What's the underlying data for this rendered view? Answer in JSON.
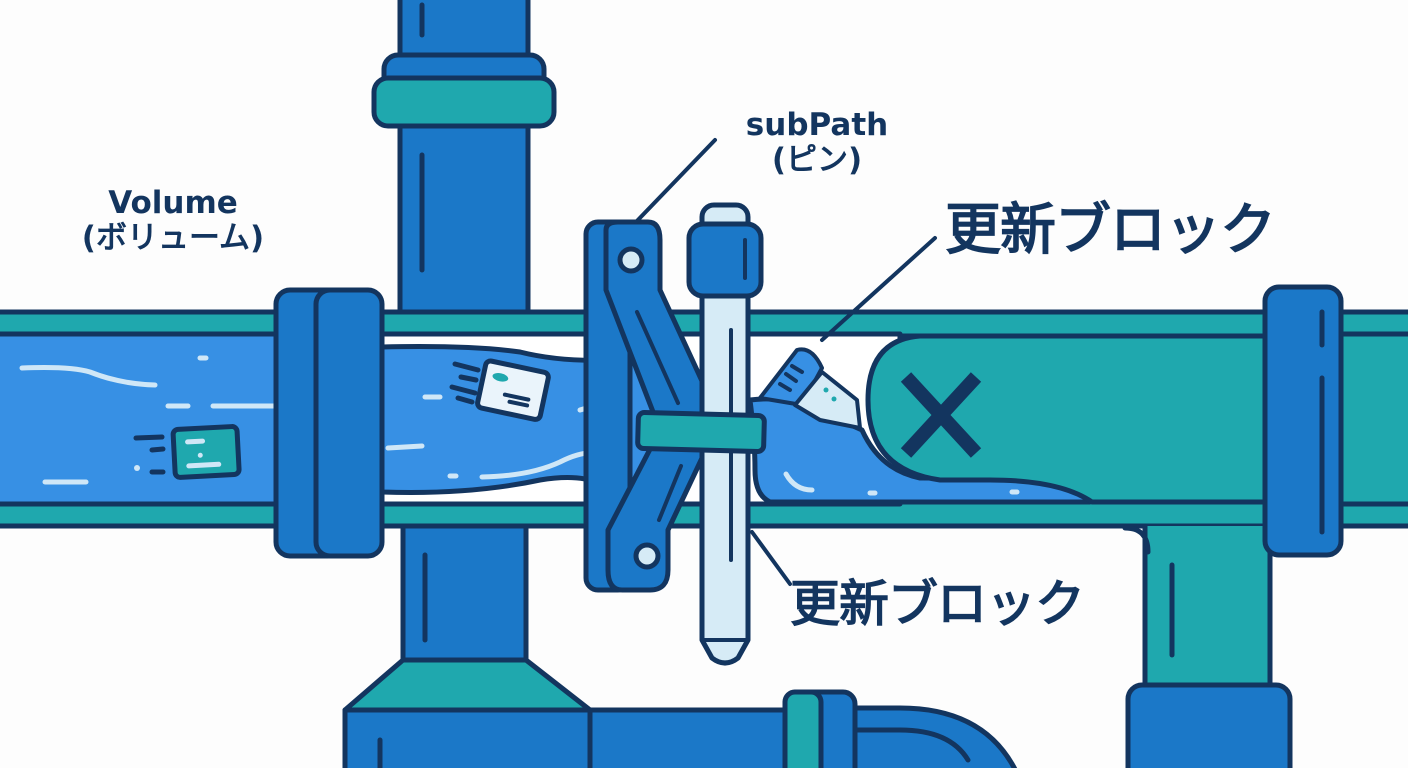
{
  "diagram": {
    "type": "illustration",
    "description": "Pipe metaphor: a Volume pipe carrying data flows left to right; a subPath pin clamps the pipe and blocks updates from reaching the right side.",
    "colors": {
      "outline": "#13355f",
      "pipe_blue": "#1b78c8",
      "pipe_teal": "#1fa8ae",
      "water": "#3790e4",
      "pin_light": "#d6ebf6",
      "background": "#fdfdfd"
    },
    "labels": {
      "volume": {
        "line1": "Volume",
        "line2": "(ボリューム)"
      },
      "subpath": {
        "line1": "subPath",
        "line2": "(ピン)"
      },
      "update_block_top": "更新ブロック",
      "update_block_bottom": "更新ブロック"
    },
    "elements": [
      {
        "id": "volume-pipe",
        "label": "Volume (ボリューム)"
      },
      {
        "id": "subpath-pin",
        "label": "subPath (ピン)"
      },
      {
        "id": "clamp",
        "label": ""
      },
      {
        "id": "blocked-x",
        "icon": "x-mark"
      },
      {
        "id": "data-cards",
        "count": 3
      }
    ]
  }
}
